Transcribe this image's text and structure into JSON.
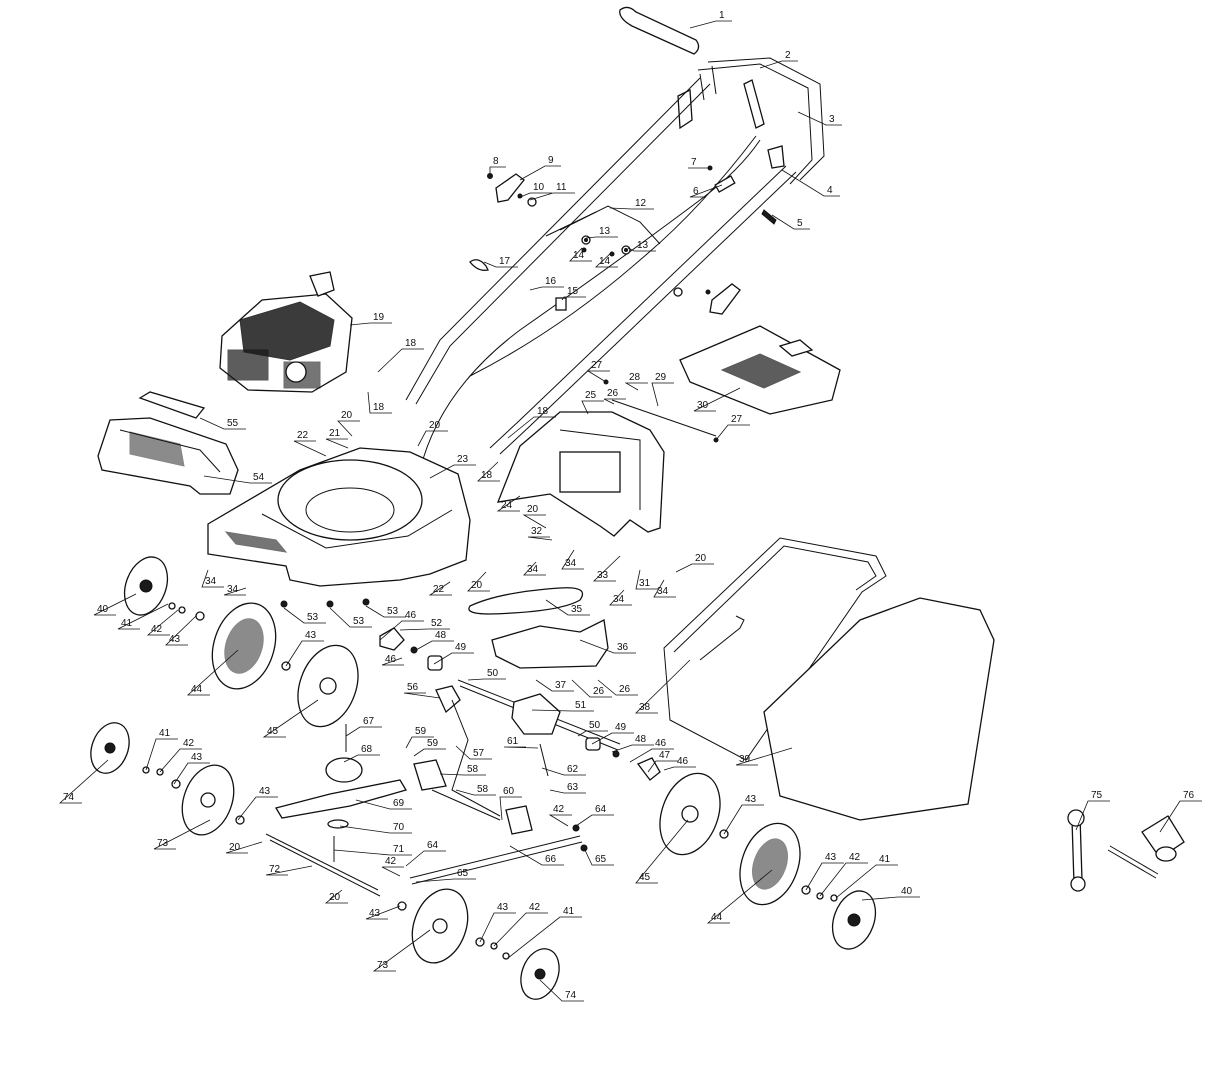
{
  "diagram": {
    "callouts": [
      {
        "n": "1",
        "a": [
          690,
          28
        ],
        "t": [
          716,
          18
        ]
      },
      {
        "n": "2",
        "a": [
          760,
          68
        ],
        "t": [
          782,
          58
        ]
      },
      {
        "n": "3",
        "a": [
          798,
          112
        ],
        "t": [
          826,
          122
        ]
      },
      {
        "n": "4",
        "a": [
          782,
          170
        ],
        "t": [
          824,
          193
        ]
      },
      {
        "n": "5",
        "a": [
          772,
          215
        ],
        "t": [
          794,
          226
        ]
      },
      {
        "n": "6",
        "a": [
          722,
          185
        ],
        "t": [
          690,
          194
        ]
      },
      {
        "n": "7",
        "a": [
          710,
          168
        ],
        "t": [
          688,
          165
        ]
      },
      {
        "n": "8",
        "a": [
          490,
          176
        ],
        "t": [
          490,
          164
        ]
      },
      {
        "n": "9",
        "a": [
          520,
          180
        ],
        "t": [
          545,
          163
        ]
      },
      {
        "n": "10",
        "a": [
          518,
          198
        ],
        "t": [
          530,
          190
        ]
      },
      {
        "n": "11",
        "a": [
          530,
          200
        ],
        "t": [
          553,
          190
        ]
      },
      {
        "n": "12",
        "a": [
          610,
          208
        ],
        "t": [
          632,
          206
        ]
      },
      {
        "n": "13",
        "a": [
          586,
          238
        ],
        "t": [
          596,
          234
        ]
      },
      {
        "n": "13",
        "a": [
          628,
          248
        ],
        "t": [
          634,
          248
        ]
      },
      {
        "n": "14",
        "a": [
          582,
          248
        ],
        "t": [
          570,
          258
        ]
      },
      {
        "n": "14",
        "a": [
          612,
          252
        ],
        "t": [
          596,
          264
        ]
      },
      {
        "n": "15",
        "a": [
          562,
          300
        ],
        "t": [
          564,
          294
        ]
      },
      {
        "n": "16",
        "a": [
          530,
          290
        ],
        "t": [
          542,
          284
        ]
      },
      {
        "n": "17",
        "a": [
          484,
          262
        ],
        "t": [
          496,
          264
        ]
      },
      {
        "n": "18",
        "a": [
          378,
          372
        ],
        "t": [
          402,
          346
        ]
      },
      {
        "n": "18",
        "a": [
          368,
          392
        ],
        "t": [
          370,
          410
        ]
      },
      {
        "n": "18",
        "a": [
          508,
          438
        ],
        "t": [
          534,
          414
        ]
      },
      {
        "n": "18",
        "a": [
          498,
          462
        ],
        "t": [
          478,
          478
        ]
      },
      {
        "n": "19",
        "a": [
          350,
          325
        ],
        "t": [
          370,
          320
        ]
      },
      {
        "n": "20",
        "a": [
          352,
          436
        ],
        "t": [
          338,
          418
        ]
      },
      {
        "n": "20",
        "a": [
          418,
          446
        ],
        "t": [
          426,
          428
        ]
      },
      {
        "n": "20",
        "a": [
          546,
          528
        ],
        "t": [
          524,
          512
        ]
      },
      {
        "n": "20",
        "a": [
          486,
          572
        ],
        "t": [
          468,
          588
        ]
      },
      {
        "n": "20",
        "a": [
          676,
          572
        ],
        "t": [
          692,
          561
        ]
      },
      {
        "n": "20",
        "a": [
          262,
          842
        ],
        "t": [
          226,
          850
        ]
      },
      {
        "n": "20",
        "a": [
          342,
          890
        ],
        "t": [
          326,
          900
        ]
      },
      {
        "n": "21",
        "a": [
          348,
          448
        ],
        "t": [
          326,
          436
        ]
      },
      {
        "n": "22",
        "a": [
          326,
          456
        ],
        "t": [
          294,
          438
        ]
      },
      {
        "n": "22",
        "a": [
          450,
          582
        ],
        "t": [
          430,
          592
        ]
      },
      {
        "n": "23",
        "a": [
          430,
          478
        ],
        "t": [
          454,
          462
        ]
      },
      {
        "n": "24",
        "a": [
          520,
          496
        ],
        "t": [
          498,
          508
        ]
      },
      {
        "n": "25",
        "a": [
          588,
          414
        ],
        "t": [
          582,
          398
        ]
      },
      {
        "n": "26",
        "a": [
          614,
          404
        ],
        "t": [
          604,
          396
        ]
      },
      {
        "n": "26",
        "a": [
          572,
          680
        ],
        "t": [
          590,
          694
        ]
      },
      {
        "n": "26",
        "a": [
          598,
          680
        ],
        "t": [
          616,
          692
        ]
      },
      {
        "n": "27",
        "a": [
          606,
          382
        ],
        "t": [
          588,
          368
        ]
      },
      {
        "n": "27",
        "a": [
          716,
          440
        ],
        "t": [
          728,
          422
        ]
      },
      {
        "n": "28",
        "a": [
          638,
          390
        ],
        "t": [
          626,
          380
        ]
      },
      {
        "n": "29",
        "a": [
          658,
          406
        ],
        "t": [
          652,
          380
        ]
      },
      {
        "n": "30",
        "a": [
          740,
          388
        ],
        "t": [
          694,
          408
        ]
      },
      {
        "n": "31",
        "a": [
          640,
          570
        ],
        "t": [
          636,
          586
        ]
      },
      {
        "n": "32",
        "a": [
          552,
          540
        ],
        "t": [
          528,
          534
        ]
      },
      {
        "n": "33",
        "a": [
          620,
          556
        ],
        "t": [
          594,
          578
        ]
      },
      {
        "n": "34",
        "a": [
          208,
          570
        ],
        "t": [
          202,
          584
        ]
      },
      {
        "n": "34",
        "a": [
          246,
          588
        ],
        "t": [
          224,
          592
        ]
      },
      {
        "n": "34",
        "a": [
          536,
          562
        ],
        "t": [
          524,
          572
        ]
      },
      {
        "n": "34",
        "a": [
          574,
          550
        ],
        "t": [
          562,
          566
        ]
      },
      {
        "n": "34",
        "a": [
          624,
          590
        ],
        "t": [
          610,
          602
        ]
      },
      {
        "n": "34",
        "a": [
          664,
          580
        ],
        "t": [
          654,
          594
        ]
      },
      {
        "n": "35",
        "a": [
          546,
          600
        ],
        "t": [
          568,
          612
        ]
      },
      {
        "n": "36",
        "a": [
          580,
          640
        ],
        "t": [
          614,
          650
        ]
      },
      {
        "n": "37",
        "a": [
          536,
          680
        ],
        "t": [
          552,
          688
        ]
      },
      {
        "n": "38",
        "a": [
          690,
          660
        ],
        "t": [
          636,
          710
        ]
      },
      {
        "n": "39",
        "a": [
          792,
          748
        ],
        "t": [
          736,
          762
        ]
      },
      {
        "n": "40",
        "a": [
          136,
          594
        ],
        "t": [
          94,
          612
        ]
      },
      {
        "n": "40",
        "a": [
          862,
          900
        ],
        "t": [
          898,
          894
        ]
      },
      {
        "n": "41",
        "a": [
          168,
          604
        ],
        "t": [
          118,
          626
        ]
      },
      {
        "n": "41",
        "a": [
          146,
          770
        ],
        "t": [
          156,
          736
        ]
      },
      {
        "n": "41",
        "a": [
          836,
          898
        ],
        "t": [
          876,
          862
        ]
      },
      {
        "n": "41",
        "a": [
          508,
          958
        ],
        "t": [
          560,
          914
        ]
      },
      {
        "n": "42",
        "a": [
          178,
          610
        ],
        "t": [
          148,
          632
        ]
      },
      {
        "n": "42",
        "a": [
          160,
          772
        ],
        "t": [
          180,
          746
        ]
      },
      {
        "n": "42",
        "a": [
          820,
          896
        ],
        "t": [
          846,
          860
        ]
      },
      {
        "n": "42",
        "a": [
          494,
          946
        ],
        "t": [
          526,
          910
        ]
      },
      {
        "n": "42",
        "a": [
          568,
          826
        ],
        "t": [
          550,
          812
        ]
      },
      {
        "n": "42",
        "a": [
          400,
          876
        ],
        "t": [
          382,
          864
        ]
      },
      {
        "n": "43",
        "a": [
          196,
          616
        ],
        "t": [
          166,
          642
        ]
      },
      {
        "n": "43",
        "a": [
          286,
          666
        ],
        "t": [
          302,
          638
        ]
      },
      {
        "n": "43",
        "a": [
          174,
          784
        ],
        "t": [
          188,
          760
        ]
      },
      {
        "n": "43",
        "a": [
          238,
          820
        ],
        "t": [
          256,
          794
        ]
      },
      {
        "n": "43",
        "a": [
          724,
          834
        ],
        "t": [
          742,
          802
        ]
      },
      {
        "n": "43",
        "a": [
          806,
          890
        ],
        "t": [
          822,
          860
        ]
      },
      {
        "n": "43",
        "a": [
          400,
          906
        ],
        "t": [
          366,
          916
        ]
      },
      {
        "n": "43",
        "a": [
          480,
          942
        ],
        "t": [
          494,
          910
        ]
      },
      {
        "n": "44",
        "a": [
          238,
          650
        ],
        "t": [
          188,
          692
        ]
      },
      {
        "n": "44",
        "a": [
          772,
          870
        ],
        "t": [
          708,
          920
        ]
      },
      {
        "n": "45",
        "a": [
          318,
          700
        ],
        "t": [
          264,
          734
        ]
      },
      {
        "n": "45",
        "a": [
          688,
          820
        ],
        "t": [
          636,
          880
        ]
      },
      {
        "n": "46",
        "a": [
          380,
          640
        ],
        "t": [
          402,
          618
        ]
      },
      {
        "n": "46",
        "a": [
          402,
          658
        ],
        "t": [
          382,
          662
        ]
      },
      {
        "n": "46",
        "a": [
          630,
          762
        ],
        "t": [
          652,
          746
        ]
      },
      {
        "n": "46",
        "a": [
          664,
          770
        ],
        "t": [
          674,
          764
        ]
      },
      {
        "n": "47",
        "a": [
          648,
          772
        ],
        "t": [
          656,
          758
        ]
      },
      {
        "n": "48",
        "a": [
          416,
          650
        ],
        "t": [
          432,
          638
        ]
      },
      {
        "n": "48",
        "a": [
          612,
          752
        ],
        "t": [
          632,
          742
        ]
      },
      {
        "n": "49",
        "a": [
          434,
          664
        ],
        "t": [
          452,
          650
        ]
      },
      {
        "n": "49",
        "a": [
          592,
          744
        ],
        "t": [
          612,
          730
        ]
      },
      {
        "n": "50",
        "a": [
          468,
          680
        ],
        "t": [
          484,
          676
        ]
      },
      {
        "n": "50",
        "a": [
          578,
          736
        ],
        "t": [
          586,
          728
        ]
      },
      {
        "n": "51",
        "a": [
          532,
          710
        ],
        "t": [
          572,
          708
        ]
      },
      {
        "n": "52",
        "a": [
          400,
          630
        ],
        "t": [
          428,
          626
        ]
      },
      {
        "n": "53",
        "a": [
          284,
          608
        ],
        "t": [
          304,
          620
        ]
      },
      {
        "n": "53",
        "a": [
          330,
          608
        ],
        "t": [
          350,
          624
        ]
      },
      {
        "n": "53",
        "a": [
          366,
          606
        ],
        "t": [
          384,
          614
        ]
      },
      {
        "n": "54",
        "a": [
          204,
          476
        ],
        "t": [
          250,
          480
        ]
      },
      {
        "n": "55",
        "a": [
          200,
          418
        ],
        "t": [
          224,
          426
        ]
      },
      {
        "n": "56",
        "a": [
          440,
          698
        ],
        "t": [
          404,
          690
        ]
      },
      {
        "n": "57",
        "a": [
          456,
          746
        ],
        "t": [
          470,
          756
        ]
      },
      {
        "n": "58",
        "a": [
          440,
          774
        ],
        "t": [
          464,
          772
        ]
      },
      {
        "n": "58",
        "a": [
          456,
          790
        ],
        "t": [
          474,
          792
        ]
      },
      {
        "n": "59",
        "a": [
          406,
          748
        ],
        "t": [
          412,
          734
        ]
      },
      {
        "n": "59",
        "a": [
          414,
          756
        ],
        "t": [
          424,
          746
        ]
      },
      {
        "n": "60",
        "a": [
          502,
          820
        ],
        "t": [
          500,
          794
        ]
      },
      {
        "n": "61",
        "a": [
          538,
          748
        ],
        "t": [
          504,
          744
        ]
      },
      {
        "n": "62",
        "a": [
          542,
          768
        ],
        "t": [
          564,
          772
        ]
      },
      {
        "n": "63",
        "a": [
          550,
          790
        ],
        "t": [
          564,
          790
        ]
      },
      {
        "n": "64",
        "a": [
          576,
          826
        ],
        "t": [
          592,
          812
        ]
      },
      {
        "n": "64",
        "a": [
          406,
          866
        ],
        "t": [
          424,
          848
        ]
      },
      {
        "n": "65",
        "a": [
          584,
          848
        ],
        "t": [
          592,
          862
        ]
      },
      {
        "n": "65",
        "a": [
          416,
          882
        ],
        "t": [
          454,
          876
        ]
      },
      {
        "n": "66",
        "a": [
          510,
          846
        ],
        "t": [
          542,
          862
        ]
      },
      {
        "n": "67",
        "a": [
          346,
          736
        ],
        "t": [
          360,
          724
        ]
      },
      {
        "n": "68",
        "a": [
          344,
          762
        ],
        "t": [
          358,
          752
        ]
      },
      {
        "n": "69",
        "a": [
          356,
          800
        ],
        "t": [
          390,
          806
        ]
      },
      {
        "n": "70",
        "a": [
          340,
          826
        ],
        "t": [
          390,
          830
        ]
      },
      {
        "n": "71",
        "a": [
          334,
          850
        ],
        "t": [
          390,
          852
        ]
      },
      {
        "n": "72",
        "a": [
          312,
          866
        ],
        "t": [
          266,
          872
        ]
      },
      {
        "n": "73",
        "a": [
          210,
          820
        ],
        "t": [
          154,
          846
        ]
      },
      {
        "n": "73",
        "a": [
          430,
          930
        ],
        "t": [
          374,
          968
        ]
      },
      {
        "n": "74",
        "a": [
          108,
          760
        ],
        "t": [
          60,
          800
        ]
      },
      {
        "n": "74",
        "a": [
          540,
          980
        ],
        "t": [
          562,
          998
        ]
      },
      {
        "n": "75",
        "a": [
          1076,
          830
        ],
        "t": [
          1088,
          798
        ]
      },
      {
        "n": "76",
        "a": [
          1160,
          832
        ],
        "t": [
          1180,
          798
        ]
      }
    ]
  }
}
